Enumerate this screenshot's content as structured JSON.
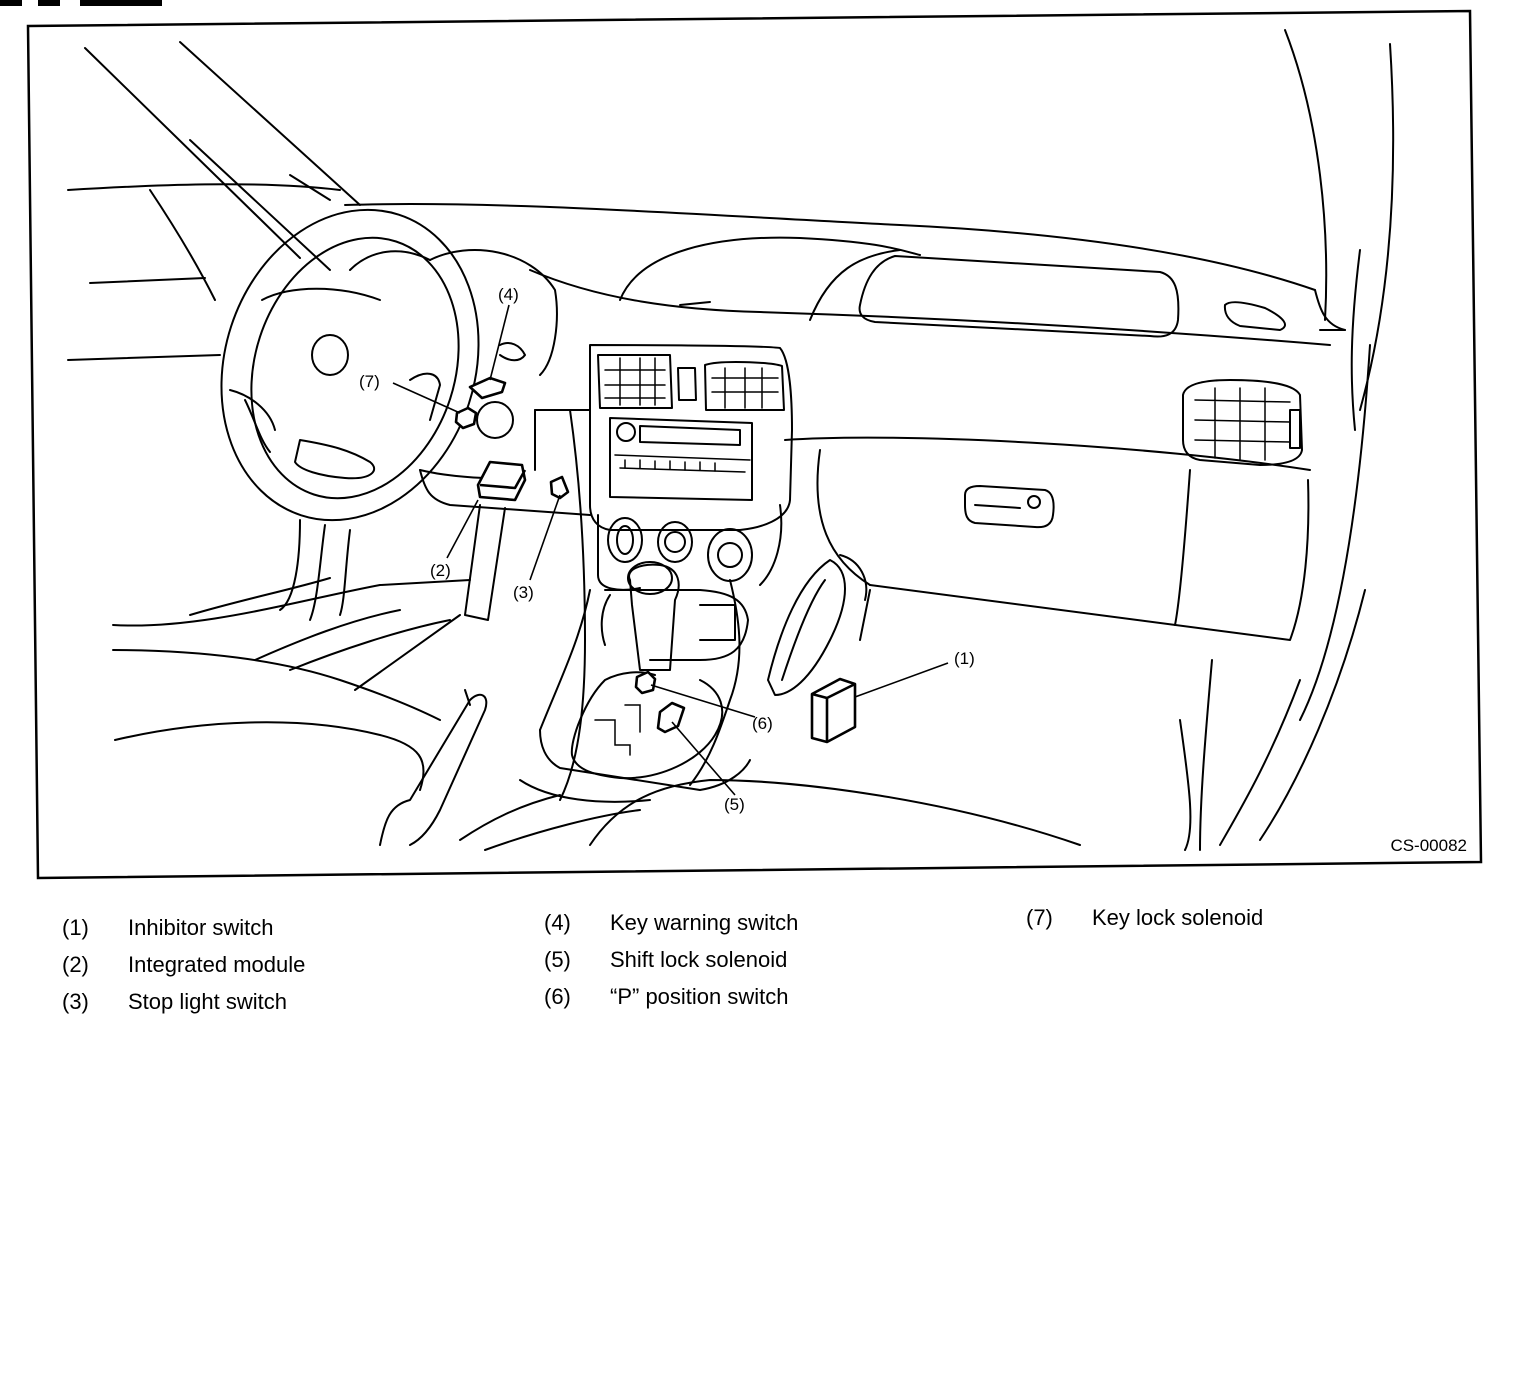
{
  "figure": {
    "code": "CS-00082",
    "callouts": [
      "(1)",
      "(2)",
      "(3)",
      "(4)",
      "(5)",
      "(6)",
      "(7)"
    ]
  },
  "legend": [
    {
      "number": "(1)",
      "label": "Inhibitor switch"
    },
    {
      "number": "(2)",
      "label": "Integrated module"
    },
    {
      "number": "(3)",
      "label": "Stop light switch"
    },
    {
      "number": "(4)",
      "label": "Key warning switch"
    },
    {
      "number": "(5)",
      "label": "Shift lock solenoid"
    },
    {
      "number": "(6)",
      "label": "“P” position switch"
    },
    {
      "number": "(7)",
      "label": "Key lock solenoid"
    }
  ]
}
